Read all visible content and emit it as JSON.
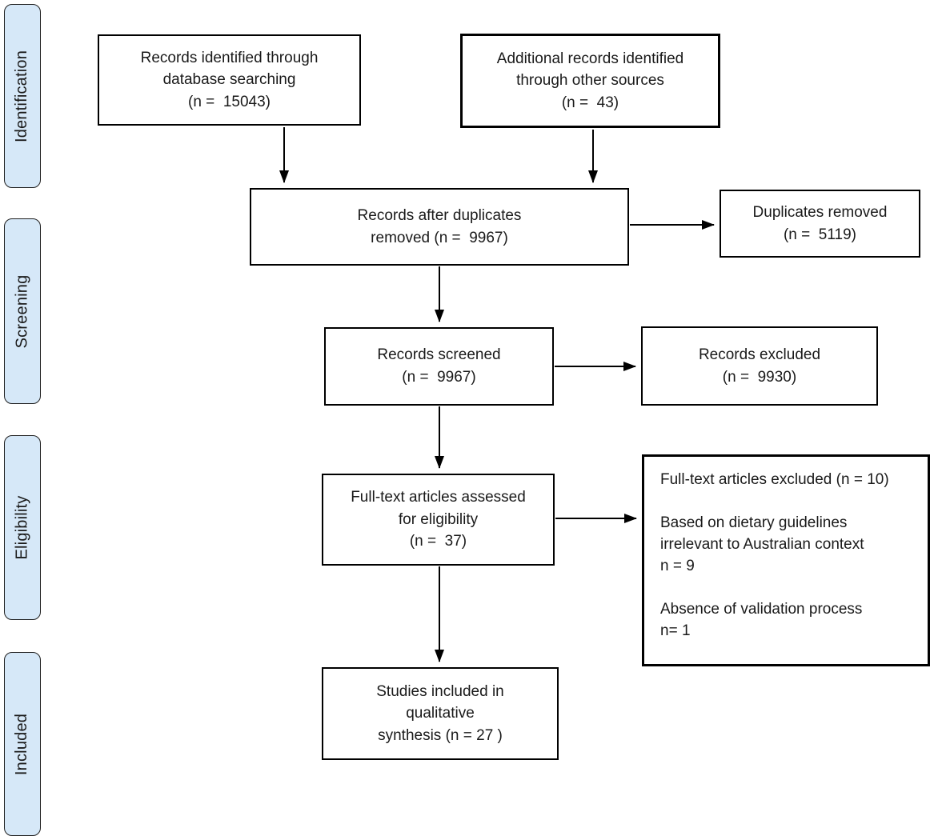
{
  "stages": [
    {
      "label": "Identification"
    },
    {
      "label": "Screening"
    },
    {
      "label": "Eligibility"
    },
    {
      "label": "Included"
    }
  ],
  "boxes": {
    "database_search": "Records identified through\ndatabase searching\n(n =  15043)",
    "other_sources": "Additional records identified\nthrough other sources\n(n =  43)",
    "after_duplicates": "Records after duplicates\nremoved (n =  9967)",
    "duplicates_removed": "Duplicates removed\n(n =  5119)",
    "records_screened": "Records screened\n(n =  9967)",
    "records_excluded": "Records excluded\n(n =  9930)",
    "fulltext_assessed": "Full-text articles assessed\nfor eligibility\n(n =  37)",
    "fulltext_excluded": "Full-text articles excluded (n = 10)\n\nBased on dietary guidelines\nirrelevant to Australian context\nn = 9\n\nAbsence of validation process\nn= 1",
    "studies_included": "Studies included in\nqualitative\nsynthesis (n = 27 )"
  },
  "colors": {
    "background": "#ffffff",
    "stage_fill": "#d6e8f8",
    "stage_border": "#1f1f1f",
    "box_border": "#000000",
    "arrow": "#000000"
  }
}
